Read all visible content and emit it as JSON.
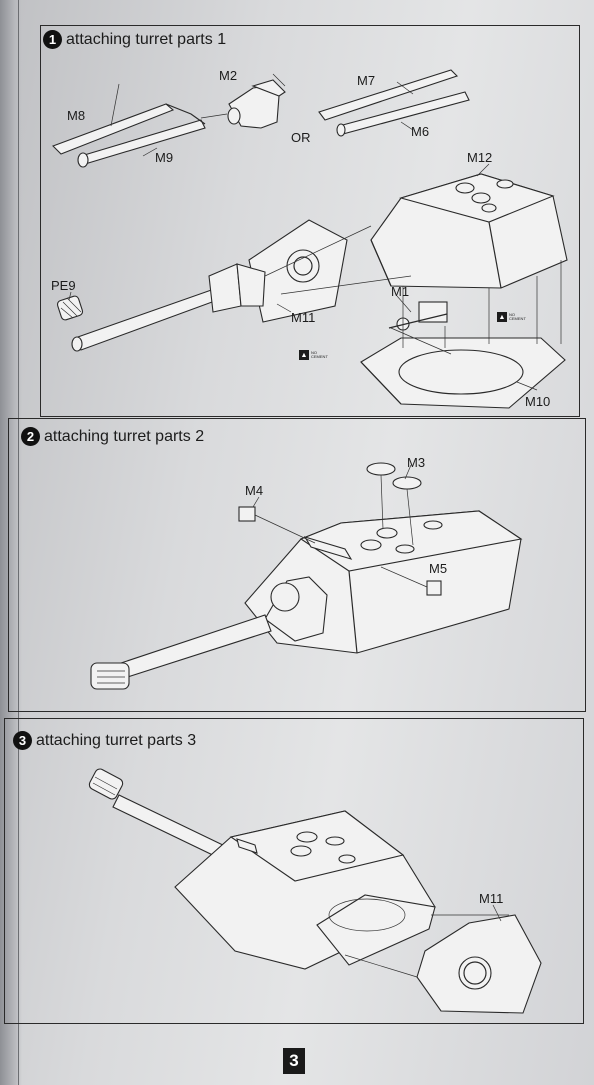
{
  "steps": [
    {
      "number": "1",
      "title": "attaching turret parts 1",
      "parts": {
        "m2": "M2",
        "m7": "M7",
        "m8": "M8",
        "m9": "M9",
        "or": "OR",
        "m6": "M6",
        "m12": "M12",
        "pe9": "PE9",
        "m1": "M1",
        "m11": "M11",
        "m10": "M10"
      },
      "no_cement": "NO CEMENT"
    },
    {
      "number": "2",
      "title": "attaching turret parts 2",
      "parts": {
        "m3": "M3",
        "m4": "M4",
        "m5": "M5"
      }
    },
    {
      "number": "3",
      "title": "attaching turret parts 3",
      "parts": {
        "m11": "M11"
      }
    }
  ],
  "page_number": "3"
}
